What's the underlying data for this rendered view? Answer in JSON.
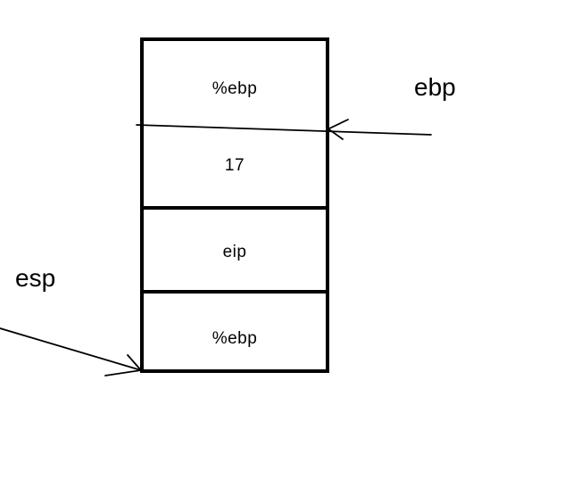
{
  "canvas": {
    "background_color": "#ffffff",
    "ink_color": "#000000"
  },
  "stack": {
    "cells": [
      {
        "label": "%ebp"
      },
      {
        "label": "17"
      },
      {
        "label": "eip"
      },
      {
        "label": "%ebp"
      }
    ]
  },
  "pointers": {
    "ebp": {
      "label": "ebp",
      "icon": "arrow-left-icon"
    },
    "esp": {
      "label": "esp",
      "icon": "arrow-down-right-icon"
    }
  }
}
